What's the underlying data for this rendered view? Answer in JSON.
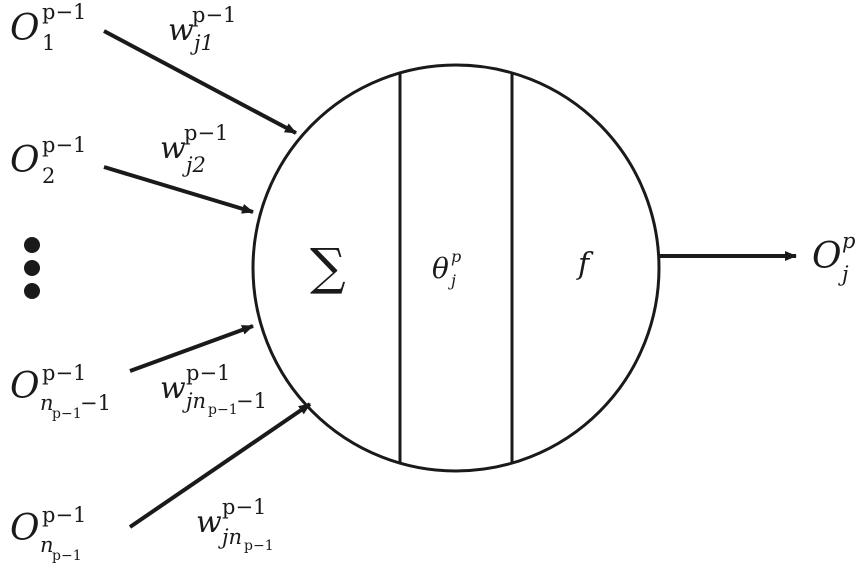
{
  "inputs": [
    {
      "base": "O",
      "sup": "p−1",
      "sub": "1"
    },
    {
      "base": "O",
      "sup": "p−1",
      "sub": "2"
    },
    {
      "base": "O",
      "sup": "p−1",
      "sub": "n",
      "subsub": "p−1",
      "subtail": "−1"
    },
    {
      "base": "O",
      "sup": "p−1",
      "sub": "n",
      "subsub": "p−1",
      "subtail": ""
    }
  ],
  "weights": [
    {
      "base": "w",
      "sup": "p−1",
      "sub": "j1"
    },
    {
      "base": "w",
      "sup": "p−1",
      "sub": "j2"
    },
    {
      "base": "w",
      "sup": "p−1",
      "sub": "jn",
      "subsub": "p−1",
      "subtail": "−1"
    },
    {
      "base": "w",
      "sup": "p−1",
      "sub": "jn",
      "subsub": "p−1",
      "subtail": ""
    }
  ],
  "neuron": {
    "sum_symbol": "∑",
    "threshold": {
      "base": "θ",
      "sup": "p",
      "sub": "j"
    },
    "activation": "f"
  },
  "output": {
    "base": "O",
    "sup": "p",
    "sub": "j"
  },
  "colors": {
    "stroke": "#1a1a1a",
    "background": "#ffffff"
  }
}
